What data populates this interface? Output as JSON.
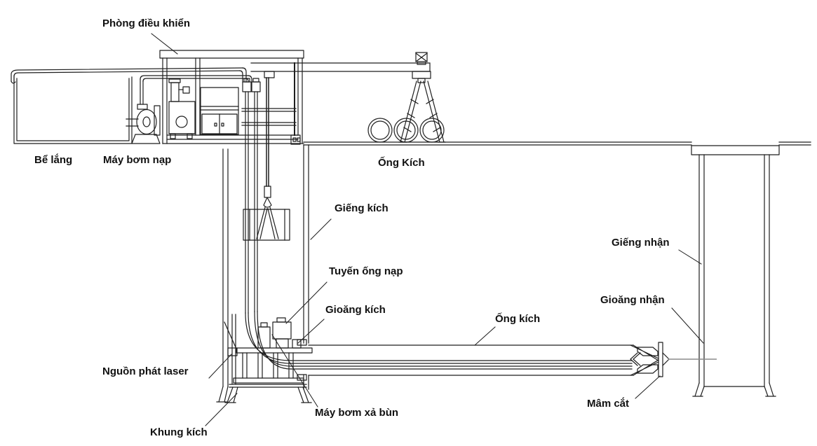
{
  "diagram": {
    "type": "pipe-jacking-cross-section",
    "language": "vi",
    "colors": {
      "line": "#1f1f1f",
      "laser": "#8a8a8a",
      "background": "#ffffff",
      "text": "#111111"
    },
    "labels": [
      {
        "id": "control-room",
        "text": "Phòng điều khiển"
      },
      {
        "id": "settling-tank",
        "text": "Bể lắng"
      },
      {
        "id": "feed-pump",
        "text": "Máy bơm nạp"
      },
      {
        "id": "stored-jacking-pipes",
        "text": "Ống Kích"
      },
      {
        "id": "jacking-shaft",
        "text": "Giếng kích"
      },
      {
        "id": "feed-pipe-line",
        "text": "Tuyến ống nạp"
      },
      {
        "id": "jacking-seal",
        "text": "Gioăng kích"
      },
      {
        "id": "jacking-pipe",
        "text": "Ống kích"
      },
      {
        "id": "receiving-shaft",
        "text": "Giếng nhận"
      },
      {
        "id": "receiving-seal",
        "text": "Gioăng nhận"
      },
      {
        "id": "laser-source",
        "text": "Nguồn phát laser"
      },
      {
        "id": "jacking-frame",
        "text": "Khung kích"
      },
      {
        "id": "slurry-discharge-pump",
        "text": "Máy bơm xả bùn"
      },
      {
        "id": "cutter-head",
        "text": "Mâm cắt"
      }
    ]
  }
}
